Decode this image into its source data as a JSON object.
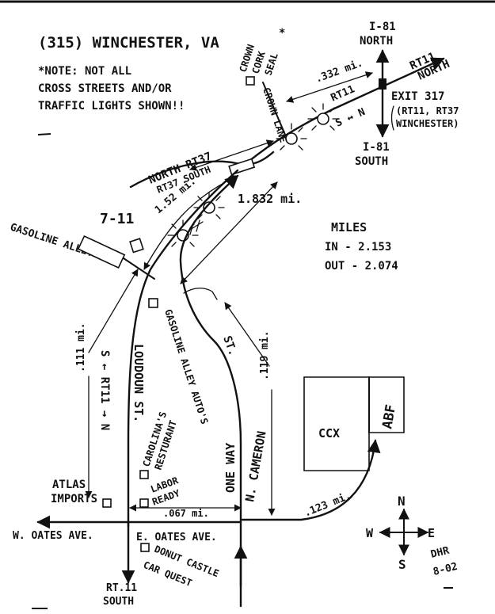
{
  "header": {
    "location": "(315) WINCHESTER, VA",
    "note_lines": [
      "*NOTE: NOT ALL",
      "CROSS STREETS AND/OR",
      "TRAFFIC LIGHTS SHOWN!!"
    ]
  },
  "highway": {
    "i81_north": [
      "I-81",
      "NORTH"
    ],
    "i81_south": [
      "I-81",
      "SOUTH"
    ],
    "rt11_north": [
      "RT11",
      "NORTH"
    ],
    "exit_lines": [
      "EXIT 317",
      "(RT11, RT37",
      "WINCHESTER)"
    ],
    "rt11_sn": "RT11",
    "sn_arrow": "S ↔ N"
  },
  "places": {
    "crown_cork": [
      "CROWN",
      "CORK",
      "SEAL"
    ],
    "crown_cork_asterisk": "*",
    "crown_lane": "CROWN LANE",
    "north_rt37": "NORTH RT37",
    "rt37_south": "RT37 SOUTH",
    "seven_eleven": "7-11",
    "gasoline_alley": "GASOLINE ALLEY",
    "gasoline_alley_autos": "GASOLINE ALLEY AUTO'S",
    "loudoun": "LOUDOUN ST.",
    "rt11_sn_vertical": "S ← RT11 → N",
    "carolinas": [
      "CAROLINA'S",
      "RESTURANT"
    ],
    "labor_ready": [
      "LABOR",
      "READY"
    ],
    "atlas": [
      "ATLAS",
      "IMPORTS"
    ],
    "one_way": "ONE WAY",
    "n_cameron": "N. CAMERON",
    "st": "ST.",
    "ccx": "CCX",
    "abf": "ABF",
    "w_oates": "W. OATES AVE.",
    "e_oates": "E. OATES AVE.",
    "donut_castle": [
      "DONUT CASTLE",
      "CAR QUEST"
    ],
    "rt11_south": [
      "RT.11",
      "SOUTH"
    ]
  },
  "distances": {
    "d332": ".332 mi.",
    "d152": "1.52 mi.",
    "d1832": "1.832 mi.",
    "d111": ".111 mi.",
    "d119": ".119 mi.",
    "d067": ".067 mi.",
    "d123": ".123 mi."
  },
  "miles": {
    "title": "MILES",
    "in": "IN - 2.153",
    "out": "OUT - 2.074"
  },
  "compass": {
    "n": "N",
    "s": "S",
    "e": "E",
    "w": "W"
  },
  "signature": {
    "initials": "DHR",
    "date": "8-02"
  }
}
